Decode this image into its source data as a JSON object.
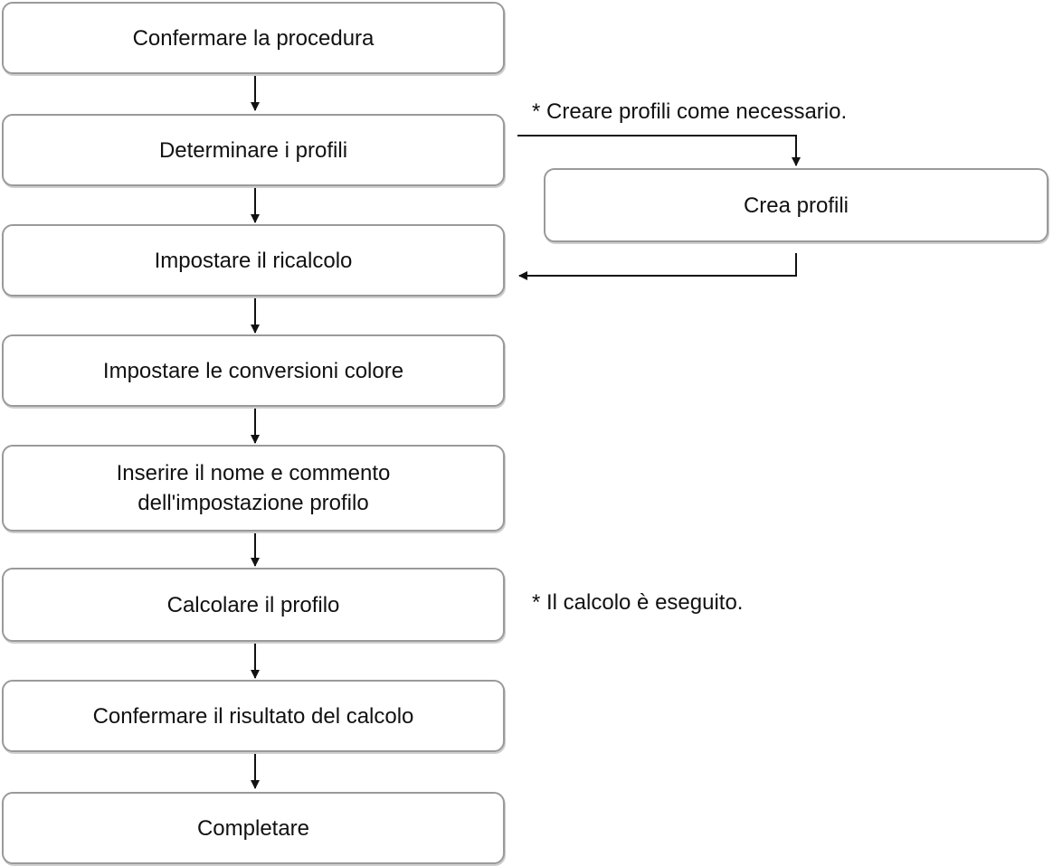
{
  "steps": [
    {
      "label": "Confermare la procedura"
    },
    {
      "label": "Determinare i profili"
    },
    {
      "label": "Impostare il ricalcolo"
    },
    {
      "label": "Impostare le conversioni colore"
    },
    {
      "label": "Inserire il nome e commento\ndell'impostazione profilo"
    },
    {
      "label": "Calcolare il profilo"
    },
    {
      "label": "Confermare il risultato del calcolo"
    },
    {
      "label": "Completare"
    }
  ],
  "side_step": {
    "label": "Crea profili"
  },
  "notes": {
    "create_profiles": "* Creare profili come necessario.",
    "calculation": "* Il calcolo è eseguito."
  }
}
